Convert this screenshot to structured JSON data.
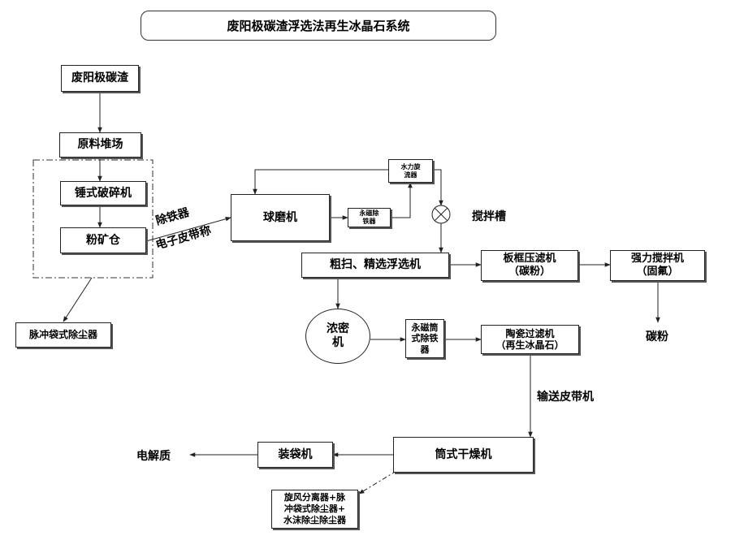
{
  "title": "废阳极碳渣浮选法再生冰晶石系统",
  "nodes": {
    "raw": "废阳极碳渣",
    "yard": "原料堆场",
    "hammer": "锤式破碎机",
    "bin": "粉矿仓",
    "dust_pulse": "脉冲袋式除尘器",
    "mill": "球磨机",
    "cyclone": "水力旋\n流器",
    "mag_small": "永磁除\n铁器",
    "flotation": "粗扫、精选浮选机",
    "filter_press": "板框压滤机\n（碳粉）",
    "mixer": "强力搅拌机\n（固氟）",
    "thickener": "浓密\n机",
    "mag_drum": "永磁筒\n式除铁\n器",
    "ceramic": "陶瓷过滤机\n（再生冰晶石）",
    "dryer": "筒式干燥机",
    "bagger": "装袋机",
    "dust_combo": "旋风分离器+脉\n冲袋式除尘器+\n水沫除尘除尘器"
  },
  "labels": {
    "iron_remover": "除铁器",
    "belt_scale": "电子皮带称",
    "stir_tank": "搅拌槽",
    "carbon_powder": "碳粉",
    "conveyor": "输送皮带机",
    "electrolyte": "电解质"
  }
}
